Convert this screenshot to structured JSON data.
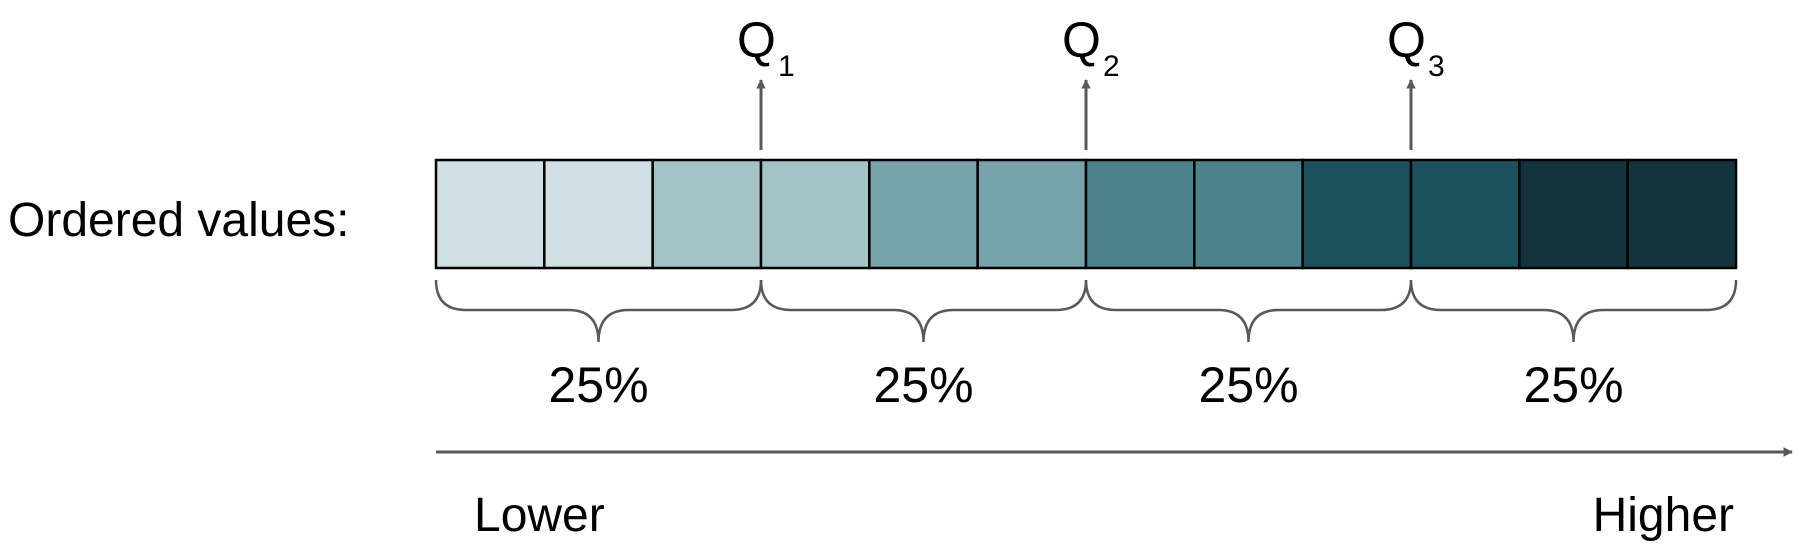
{
  "row_label": "Ordered values:",
  "cells": [
    {
      "color": "#d1e0e4"
    },
    {
      "color": "#d1e0e4"
    },
    {
      "color": "#a4c3c7"
    },
    {
      "color": "#a4c3c7"
    },
    {
      "color": "#78a3ab"
    },
    {
      "color": "#78a3ab"
    },
    {
      "color": "#4b828c"
    },
    {
      "color": "#4b828c"
    },
    {
      "color": "#1b505c"
    },
    {
      "color": "#1b505c"
    },
    {
      "color": "#13343c"
    },
    {
      "color": "#13343c"
    }
  ],
  "quartiles": [
    {
      "letter": "Q",
      "sub": "1"
    },
    {
      "letter": "Q",
      "sub": "2"
    },
    {
      "letter": "Q",
      "sub": "3"
    }
  ],
  "segments": [
    {
      "label": "25%"
    },
    {
      "label": "25%"
    },
    {
      "label": "25%"
    },
    {
      "label": "25%"
    }
  ],
  "axis": {
    "low_label": "Lower",
    "high_label": "Higher"
  },
  "colors": {
    "stroke": "#000000",
    "annotation": "#595959"
  }
}
